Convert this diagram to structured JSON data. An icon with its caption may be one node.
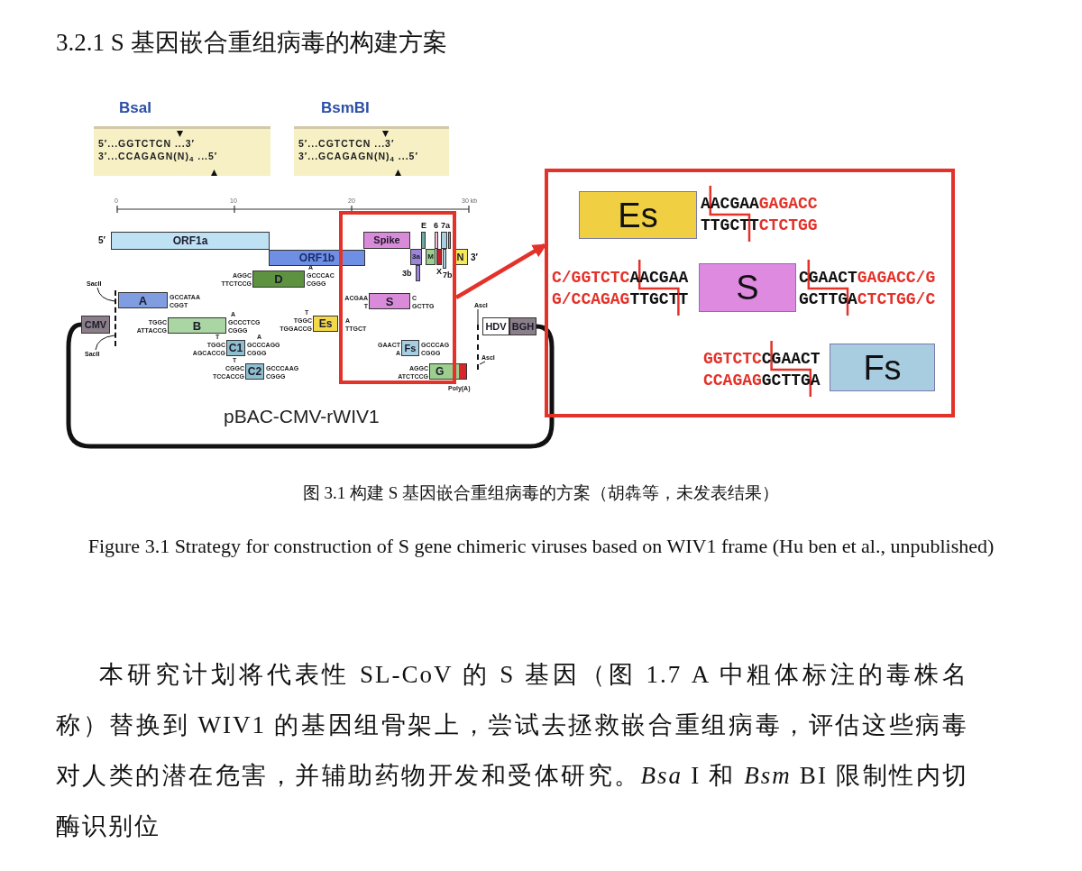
{
  "diagram": {
    "title": "3.2.1 S 基因嵌合重组病毒的构建方案",
    "caption": "图 3.1 构建 S 基因嵌合重组病毒的方案（胡犇等，未发表结果）",
    "nodes": [
      {
        "text": [
          "BsaI",
          "5′...GGTCTCN ...3′",
          "3′...CCAGAGN(N)$_{4}$ ...5′"
        ]
      },
      {
        "text": [
          "BsmBI",
          "5′...CGTCTCN ...3′",
          "3′...GCAGAGN(N)$_{4}$ ...5′"
        ]
      },
      {
        "text": [
          "ORF1a"
        ]
      },
      {
        "text": [
          "ORF1b"
        ]
      },
      {
        "text": [
          "Spike"
        ],
        "in": 31
      },
      {
        "text": [
          "3a"
        ],
        "in": 31
      },
      {
        "text": [
          "3b"
        ],
        "in": 31
      },
      {
        "text": [
          "E"
        ],
        "in": 31
      },
      {
        "text": [
          "M"
        ],
        "in": 31
      },
      {
        "text": [
          "6"
        ],
        "in": 31
      },
      {
        "text": [
          "X"
        ],
        "in": 31
      },
      {
        "text": [
          "7a"
        ],
        "in": 31
      },
      {
        "text": [
          "7b"
        ],
        "in": 31
      },
      {
        "text": [],
        "shape": "bar",
        "in": 31
      },
      {
        "text": [
          "N"
        ]
      },
      {
        "text": [
          "D"
        ]
      },
      {
        "text": [
          "A"
        ]
      },
      {
        "text": [
          "CMV"
        ]
      },
      {
        "text": [
          "B"
        ]
      },
      {
        "text": [
          "C1"
        ]
      },
      {
        "text": [
          "C2"
        ]
      },
      {
        "text": [
          "Es"
        ]
      },
      {
        "text": [
          "S"
        ],
        "in": 31
      },
      {
        "text": [
          "Fs"
        ],
        "in": 31
      },
      {
        "text": [
          "G"
        ]
      },
      {
        "text": [
          "HDV"
        ]
      },
      {
        "text": [
          "BGH"
        ]
      },
      {
        "text": [
          "SacII"
        ]
      },
      {
        "text": [
          "SacII"
        ]
      },
      {
        "text": [
          "AscI"
        ]
      },
      {
        "text": [
          "AscI"
        ]
      },
      {
        "text": [],
        "shape": "box"
      },
      {
        "text": [],
        "shape": "box"
      },
      {
        "text": [
          "Es"
        ],
        "in": 32
      },
      {
        "text": [
          "S"
        ],
        "in": 32
      },
      {
        "text": [
          "Fs"
        ],
        "in": 32
      },
      {
        "text": [],
        "shape": "line"
      },
      {
        "text": [],
        "shape": "line"
      }
    ],
    "edges": [
      {
        "from": 31,
        "to": 32,
        "arrow": "to",
        "style": "thick",
        "color": "#e3322a"
      },
      {
        "from": 17,
        "to": 26,
        "arrow": "none",
        "style": "thick",
        "color": "#111111"
      },
      {
        "from": 27,
        "to": 36,
        "arrow": "none"
      },
      {
        "from": 28,
        "to": 36,
        "arrow": "none"
      },
      {
        "from": 29,
        "to": 37,
        "arrow": "none"
      },
      {
        "from": 30,
        "to": 37,
        "arrow": "none"
      }
    ],
    "labels": [
      "0",
      "10",
      "20",
      "30 kb",
      "5′",
      "3′",
      "AGGC",
      "TTCTCCG",
      "A",
      "GCCCAC",
      "CGGG",
      "GCCATAA",
      "CGGT",
      "TGGC",
      "ATTACCG",
      "A",
      "GCCCTCG",
      "CGGG",
      "T",
      "TGGC",
      "AGCACCG",
      "A",
      "GCCCAGG",
      "CGGG",
      "T",
      "CGGC",
      "TCCACCG",
      "GCCCAAG",
      "CGGG",
      "T",
      "TGGC",
      "TGGACCG",
      "A",
      "TTGCT",
      "ACGAA",
      "T",
      "C",
      "GCTTG",
      "GAACT",
      "A",
      "GCCCAG",
      "CGGG",
      "AGGC",
      "ATCTCCG",
      "Poly(A)",
      "pBAC-CMV-rWIV1",
      "AACGAA",
      "GAGACC",
      "TTGCTT",
      "CTCTGG",
      "C/GGTCTC",
      "AACGAA",
      "G/CCAGAG",
      "TTGCTT",
      "CGAACT",
      "GAGACC/G",
      "GCTTGA",
      "CTCTGG/C",
      "GGTCTC",
      "CGAACT",
      "CCAGAG",
      "GCTTGA",
      "Figure 3.1 Strategy for construction of S gene chimeric viruses based on WIV1 frame (Hu ben et al., unpublished)",
      "本研究计划将代表性 SL-CoV 的 S 基因（图 1.7 A 中粗体标注的毒株名称）替换到 WIV1 的基因组骨架上，尝试去拯救嵌合重组病毒，评估这些病毒对人类的潜在危害，并辅助药物开发和受体研究。*Bsa* I 和 *Bsm* BI 限制性内切酶识别位"
    ]
  }
}
